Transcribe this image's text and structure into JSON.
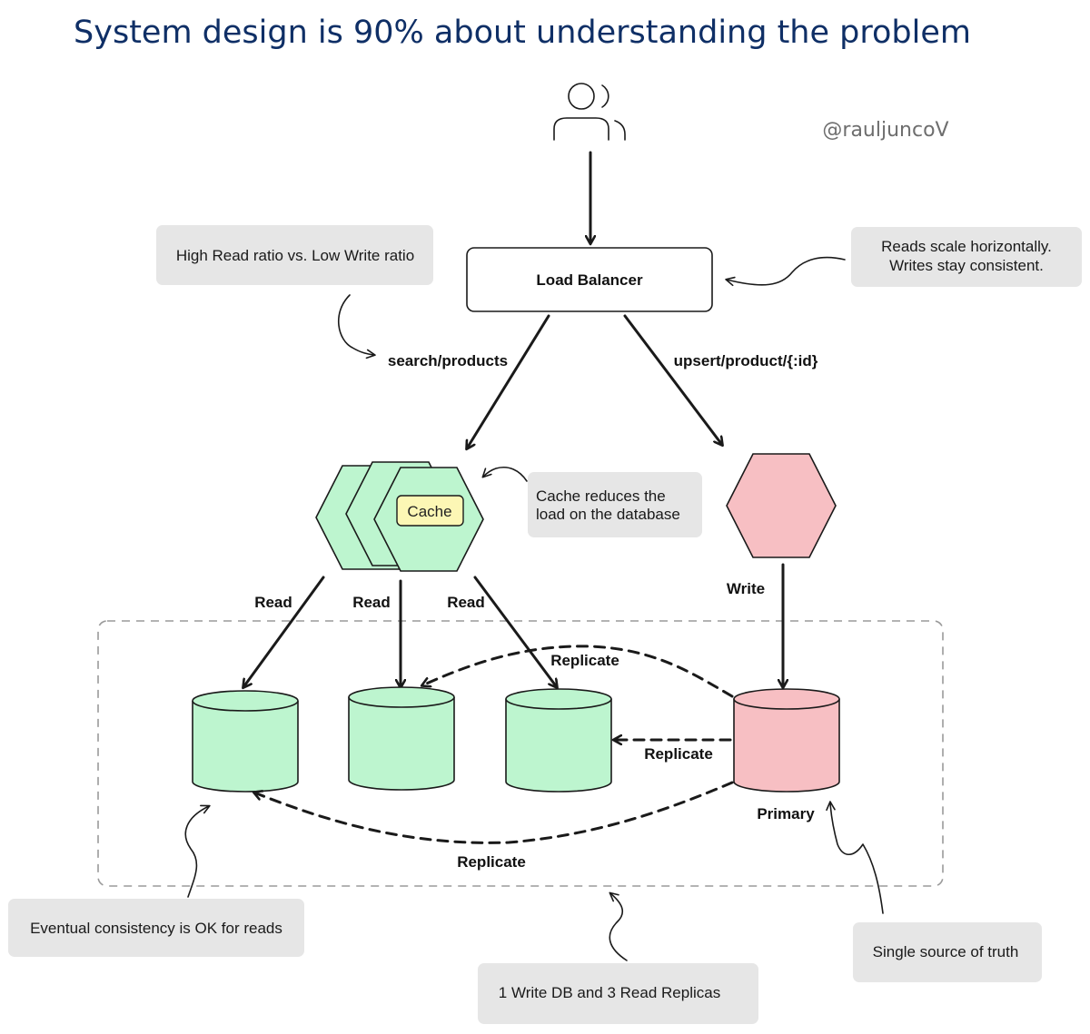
{
  "title": "System design is 90% about understanding the problem",
  "handle": "@rauljuncoV",
  "load_balancer": {
    "label": "Load Balancer"
  },
  "cache": {
    "label": "Cache"
  },
  "routes": {
    "search": "search/products",
    "upsert": "upsert/product/{:id}"
  },
  "edges": {
    "read_1": "Read",
    "read_2": "Read",
    "read_3": "Read",
    "write": "Write",
    "replicate_top": "Replicate",
    "replicate_mid": "Replicate",
    "replicate_bottom": "Replicate"
  },
  "primary_label": "Primary",
  "notes": {
    "read_write_ratio": "High Read ratio vs. Low Write ratio",
    "scaling_line1": "Reads scale horizontally.",
    "scaling_line2": "Writes stay consistent.",
    "cache_line1": "Cache reduces the",
    "cache_line2": "load on the database",
    "eventual_consistency": "Eventual consistency is OK for reads",
    "db_count": "1 Write DB and 3 Read Replicas",
    "source_of_truth": "Single source of truth"
  },
  "colors": {
    "title": "#0f2f66",
    "replica_fill": "#bdf5cf",
    "primary_fill": "#f7bfc3",
    "cache_badge": "#fcf7b5",
    "note_fill": "#e6e6e6"
  }
}
